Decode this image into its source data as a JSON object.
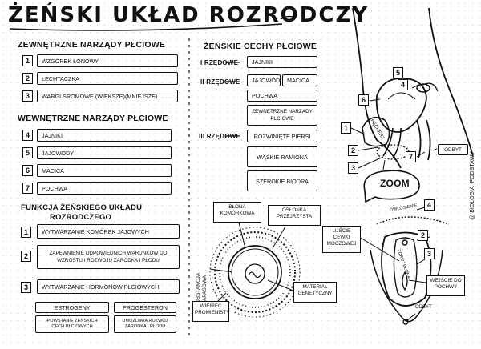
{
  "title": "ŻEŃSKI UKŁAD ROZRODCZY",
  "left": {
    "external_heading": "ZEWNĘTRZNE NARZĄDY PŁCIOWE",
    "external_items": [
      {
        "num": "1",
        "label": "WZGÓREK ŁONOWY"
      },
      {
        "num": "2",
        "label": "ŁECHTACZKA"
      },
      {
        "num": "3",
        "label": "WARGI SROMOWE (WIĘKSZE)(MNIEJSZE)"
      }
    ],
    "internal_heading": "WEWNĘTRZNE NARZĄDY PŁCIOWE",
    "internal_items": [
      {
        "num": "4",
        "label": "JAJNIKI"
      },
      {
        "num": "5",
        "label": "JAJOWODY"
      },
      {
        "num": "6",
        "label": "MACICA"
      },
      {
        "num": "7",
        "label": "POCHWA"
      }
    ],
    "functions_heading_1": "FUNKCJA ŻEŃSKIEGO UKŁADU",
    "functions_heading_2": "ROZRODCZEGO",
    "functions": [
      {
        "num": "1",
        "label": "WYTWARZANIE KOMÓREK JAJOWYCH"
      },
      {
        "num": "2",
        "label": "ZAPEWNIENIE ODPOWIEDNICH WARUNKÓW DO WZROSTU I ROZWOJU ZARODKA I PŁODU"
      },
      {
        "num": "3",
        "label": "WYTWARZANIE HORMONÓW PŁCIOWYCH"
      }
    ],
    "hormones": [
      {
        "name": "ESTROGENY",
        "desc": "POWSTANIE ŻEŃSKICH CECH PŁCIOWYCH"
      },
      {
        "name": "PROGESTERON",
        "desc": "UMOŻLIWIA ROZWÓJ ZARODKA I PŁODU"
      }
    ]
  },
  "middle": {
    "heading": "ŻEŃSKIE CECHY PŁCIOWE",
    "first_label": "I RZĘDOWE",
    "first_items": [
      "JAJNIKI"
    ],
    "second_label": "II RZĘDOWE",
    "second_items": [
      "JAJOWÓD",
      "MACICA",
      "POCHWA",
      "ZEWNĘTRZNE NARZĄDY PŁCIOWE"
    ],
    "third_label": "III RZĘDOWE",
    "third_items": [
      "ROZWINIĘTE PIERSI",
      "WĄSKIE RAMIONA",
      "SZEROKIE BIODRA"
    ]
  },
  "egg": {
    "cell_membrane": "BŁONA KOMÓRKOWA",
    "zona_pellucida": "OSŁONKA PRZEJRZYSTA",
    "nutrients": "SUBSTANCJA ZAPASOWA",
    "corona": "WIENIEC PROMIENISTY",
    "genetic": "MATERIAŁ GENETYCZNY"
  },
  "anatomy": {
    "labels_top": [
      "5",
      "4",
      "6",
      "1",
      "2",
      "3",
      "7"
    ],
    "bladder": "PĘCHERZ",
    "anus": "ODBYT",
    "zoom": "ZOOM",
    "watermark": "@ biologia_podstawy",
    "external_labels": [
      "4",
      "2",
      "3"
    ],
    "urethra": "UJŚCIE CEWKI MOCZOWEJ",
    "vagina_opening": "WEJŚCIE DO POCHWY",
    "hymen": "ZDRÓJ BŁONA",
    "anus_2": "ODBYT",
    "pubic_hair": "OWŁOSIENIE"
  }
}
